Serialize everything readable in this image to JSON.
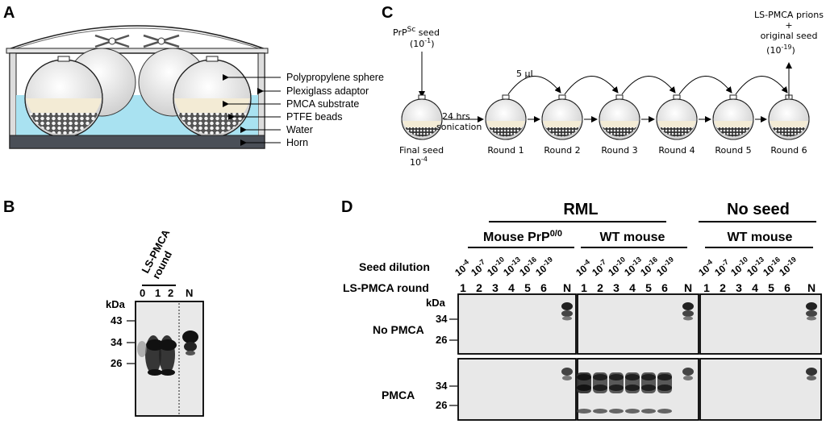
{
  "panels": {
    "a": "A",
    "b": "B",
    "c": "C",
    "d": "D"
  },
  "panel_a": {
    "labels": [
      "Polypropylene sphere",
      "Plexiglass adaptor",
      "PMCA substrate",
      "PTFE beads",
      "Water",
      "Horn"
    ]
  },
  "panel_c": {
    "seed_label": "PrP",
    "seed_sup": "Sc",
    "seed_suffix": " seed",
    "seed_dilution": "(10",
    "seed_dilution_exp": "-1",
    "final_seed": "Final seed",
    "final_seed_dil": "10",
    "final_seed_exp": "-4",
    "sonication_1": "24 hrs",
    "sonication_2": "sonication",
    "transfer": "5 µL",
    "rounds": [
      "Round 1",
      "Round 2",
      "Round 3",
      "Round 4",
      "Round 5",
      "Round 6"
    ],
    "output_1": "LS-PMCA prions",
    "output_2": "+",
    "output_3": "original seed",
    "output_4": "(10",
    "output_4_exp": "-19"
  },
  "panel_b": {
    "title_1": "LS-PMCA",
    "title_2": "round",
    "lanes": [
      "0",
      "1",
      "2",
      "N"
    ],
    "kda": "kDa",
    "markers": [
      "43",
      "34",
      "26"
    ]
  },
  "panel_d": {
    "rml": "RML",
    "no_seed": "No seed",
    "mouse_prp": "Mouse PrP",
    "mouse_prp_sup": "0/0",
    "wt_mouse_1": "WT mouse",
    "wt_mouse_2": "WT mouse",
    "seed_dilution": "Seed dilution",
    "dilution_base": "10",
    "dilution_exps": [
      "-4",
      "-7",
      "-10",
      "-13",
      "-16",
      "-19"
    ],
    "round_label": "LS-PMCA round",
    "round_nums": [
      "1",
      "2",
      "3",
      "4",
      "5",
      "6",
      "N"
    ],
    "kda": "kDa",
    "markers": [
      "34",
      "26"
    ],
    "rows": [
      "No PMCA",
      "PMCA"
    ]
  }
}
